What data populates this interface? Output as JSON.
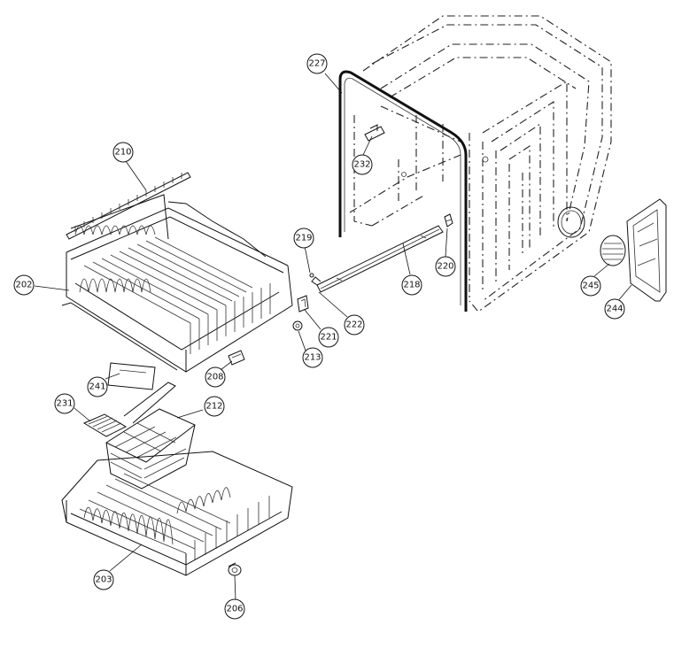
{
  "callouts": {
    "c210": "210",
    "c202": "202",
    "c227": "227",
    "c232": "232",
    "c219": "219",
    "c220": "220",
    "c218": "218",
    "c221": "221",
    "c222": "222",
    "c213": "213",
    "c245": "245",
    "c244": "244",
    "c241": "241",
    "c208": "208",
    "c231": "231",
    "c212": "212",
    "c203": "203",
    "c206": "206"
  }
}
